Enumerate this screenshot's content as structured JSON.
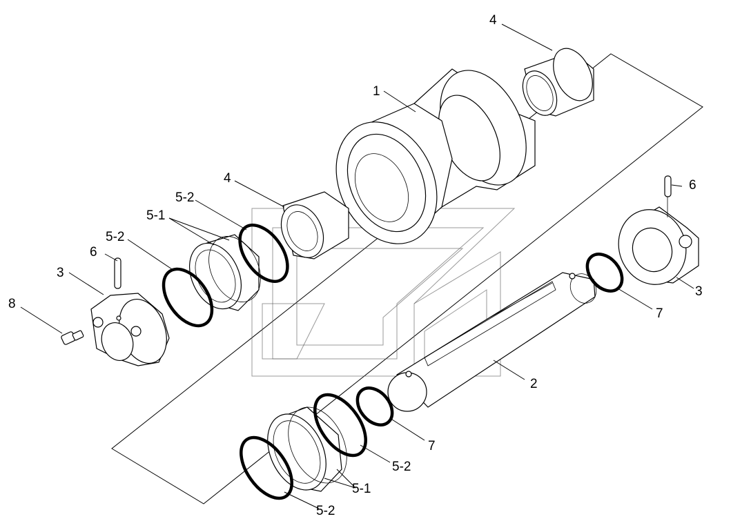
{
  "callouts": {
    "c1": "1",
    "c2": "2",
    "c3_left": "3",
    "c3_right": "3",
    "c4_top": "4",
    "c4_mid": "4",
    "c5_1_upper": "5-1",
    "c5_1_lower": "5-1",
    "c5_2_a": "5-2",
    "c5_2_b": "5-2",
    "c5_2_c": "5-2",
    "c5_2_d": "5-2",
    "c6_left": "6",
    "c6_right": "6",
    "c7_a": "7",
    "c7_b": "7",
    "c8": "8"
  },
  "colors": {
    "line": "#000000",
    "background": "#ffffff",
    "watermark": "#555555"
  }
}
